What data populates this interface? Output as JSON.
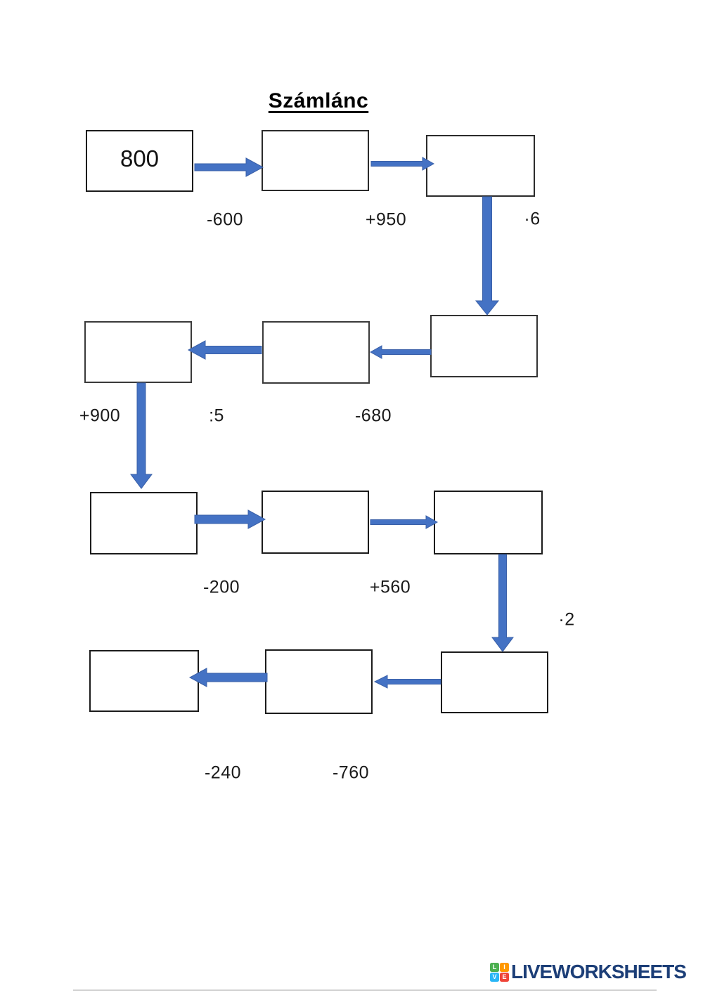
{
  "title": "Számlánc",
  "worksheet": {
    "box_values": [
      "800",
      "",
      "",
      "",
      "",
      "",
      "",
      "",
      "",
      "",
      "",
      ""
    ],
    "operations": [
      "-600",
      "+950",
      "·6",
      "-680",
      ":5",
      "+900",
      "-200",
      "+560",
      "·2",
      "-760",
      "-240"
    ]
  },
  "branding": {
    "logo_text": "LIVEWORKSHEETS",
    "logo_text_color": "#1c3e77",
    "logo_squares": [
      {
        "letter": "L",
        "color": "#4caf50"
      },
      {
        "letter": "I",
        "color": "#ff9800"
      },
      {
        "letter": "V",
        "color": "#29b6f6"
      },
      {
        "letter": "E",
        "color": "#ef4438"
      }
    ]
  },
  "colors": {
    "arrow": "#4472c4",
    "box_border": "#1b1b1b"
  }
}
